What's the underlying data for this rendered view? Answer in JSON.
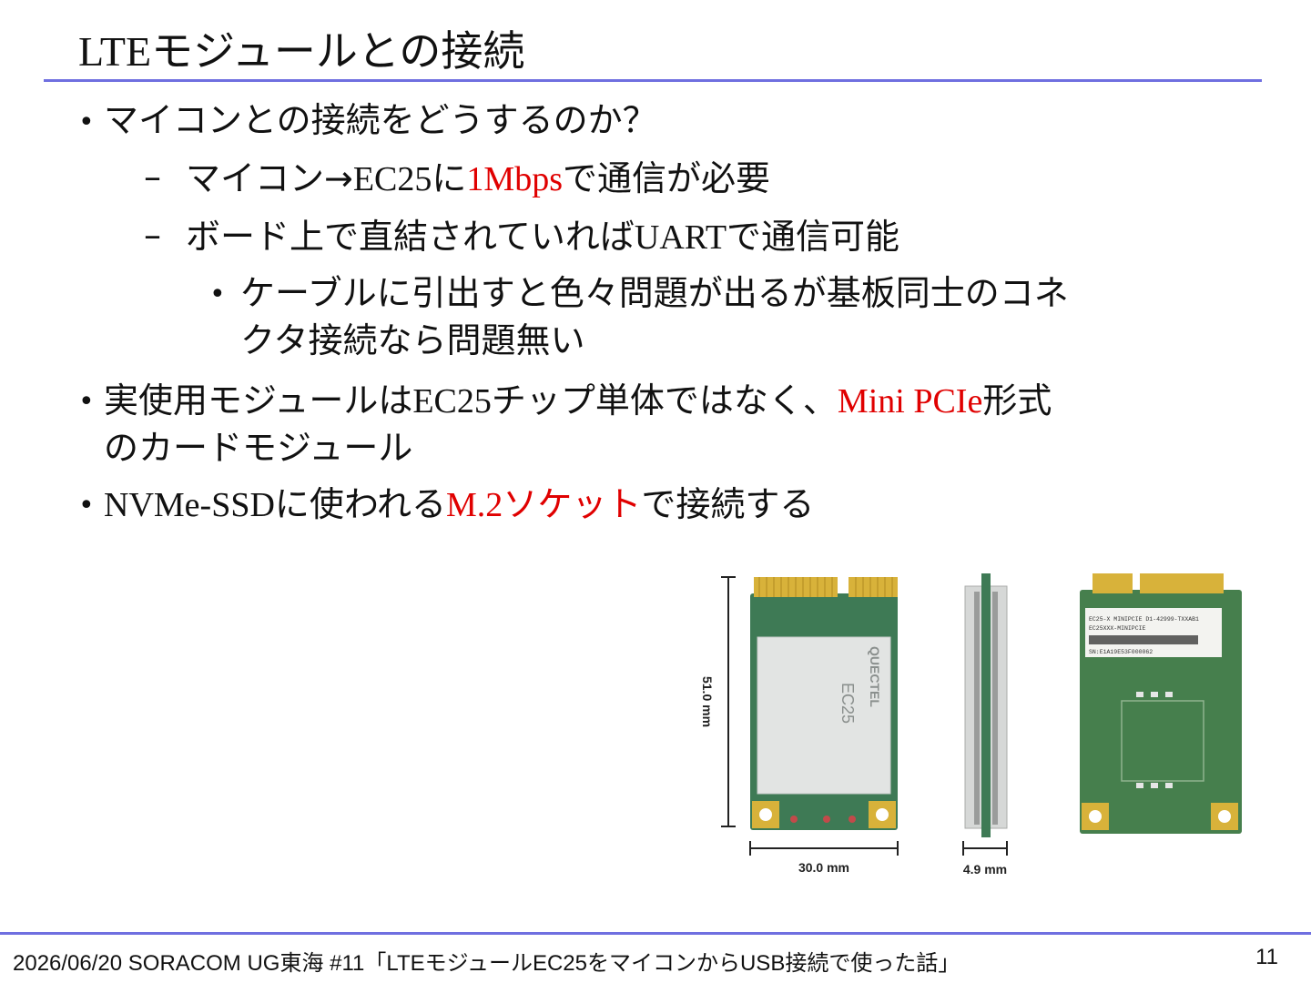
{
  "slide": {
    "title": {
      "part1": "LTE",
      "part2": "モジュールとの接続"
    },
    "bullets": [
      {
        "text": "マイコンとの接続をどうするのか？"
      },
      {
        "a": "マイコン→",
        "b": "EC25",
        "c": "に",
        "d": "1Mbps",
        "e": "で通信が必要"
      },
      {
        "a": "ボード上で直結されていれば",
        "b": "UART",
        "c": "で通信可能"
      },
      {
        "line1": "ケーブルに引出すと色々問題が出るが基板同士のコネ",
        "line2": "クタ接続なら問題無い"
      },
      {
        "a": "実使用モジュールは",
        "b": "EC25",
        "c": "チップ単体ではなく、",
        "d": "Mini PCIe",
        "e": "形式",
        "line2": "のカードモジュール"
      },
      {
        "a": "NVMe-SSD",
        "b": "に使われる",
        "c": "M.2",
        "d": "ソケット",
        "e": "で接続する"
      }
    ],
    "figure": {
      "height_label": "51.0 mm",
      "width_label": "30.0 mm",
      "thickness_label": "4.9 mm",
      "chip_label": "EC25",
      "brand": "QUECTEL",
      "back_label_1": "EC25-X   MINIPCIE   D1-42999-TXXAB1",
      "back_label_2": "EC25XXX-MINIPCIE",
      "back_label_3": "SN:E1A19E53F000062",
      "colors": {
        "pcb": "#3e7a55",
        "gold": "#d8b23a",
        "shield": "#e2e4e3"
      }
    },
    "footer": {
      "text": "2026/06/20 SORACOM UG東海 #11「LTEモジュールEC25をマイコンからUSB接続で使った話」",
      "page": "11"
    }
  }
}
